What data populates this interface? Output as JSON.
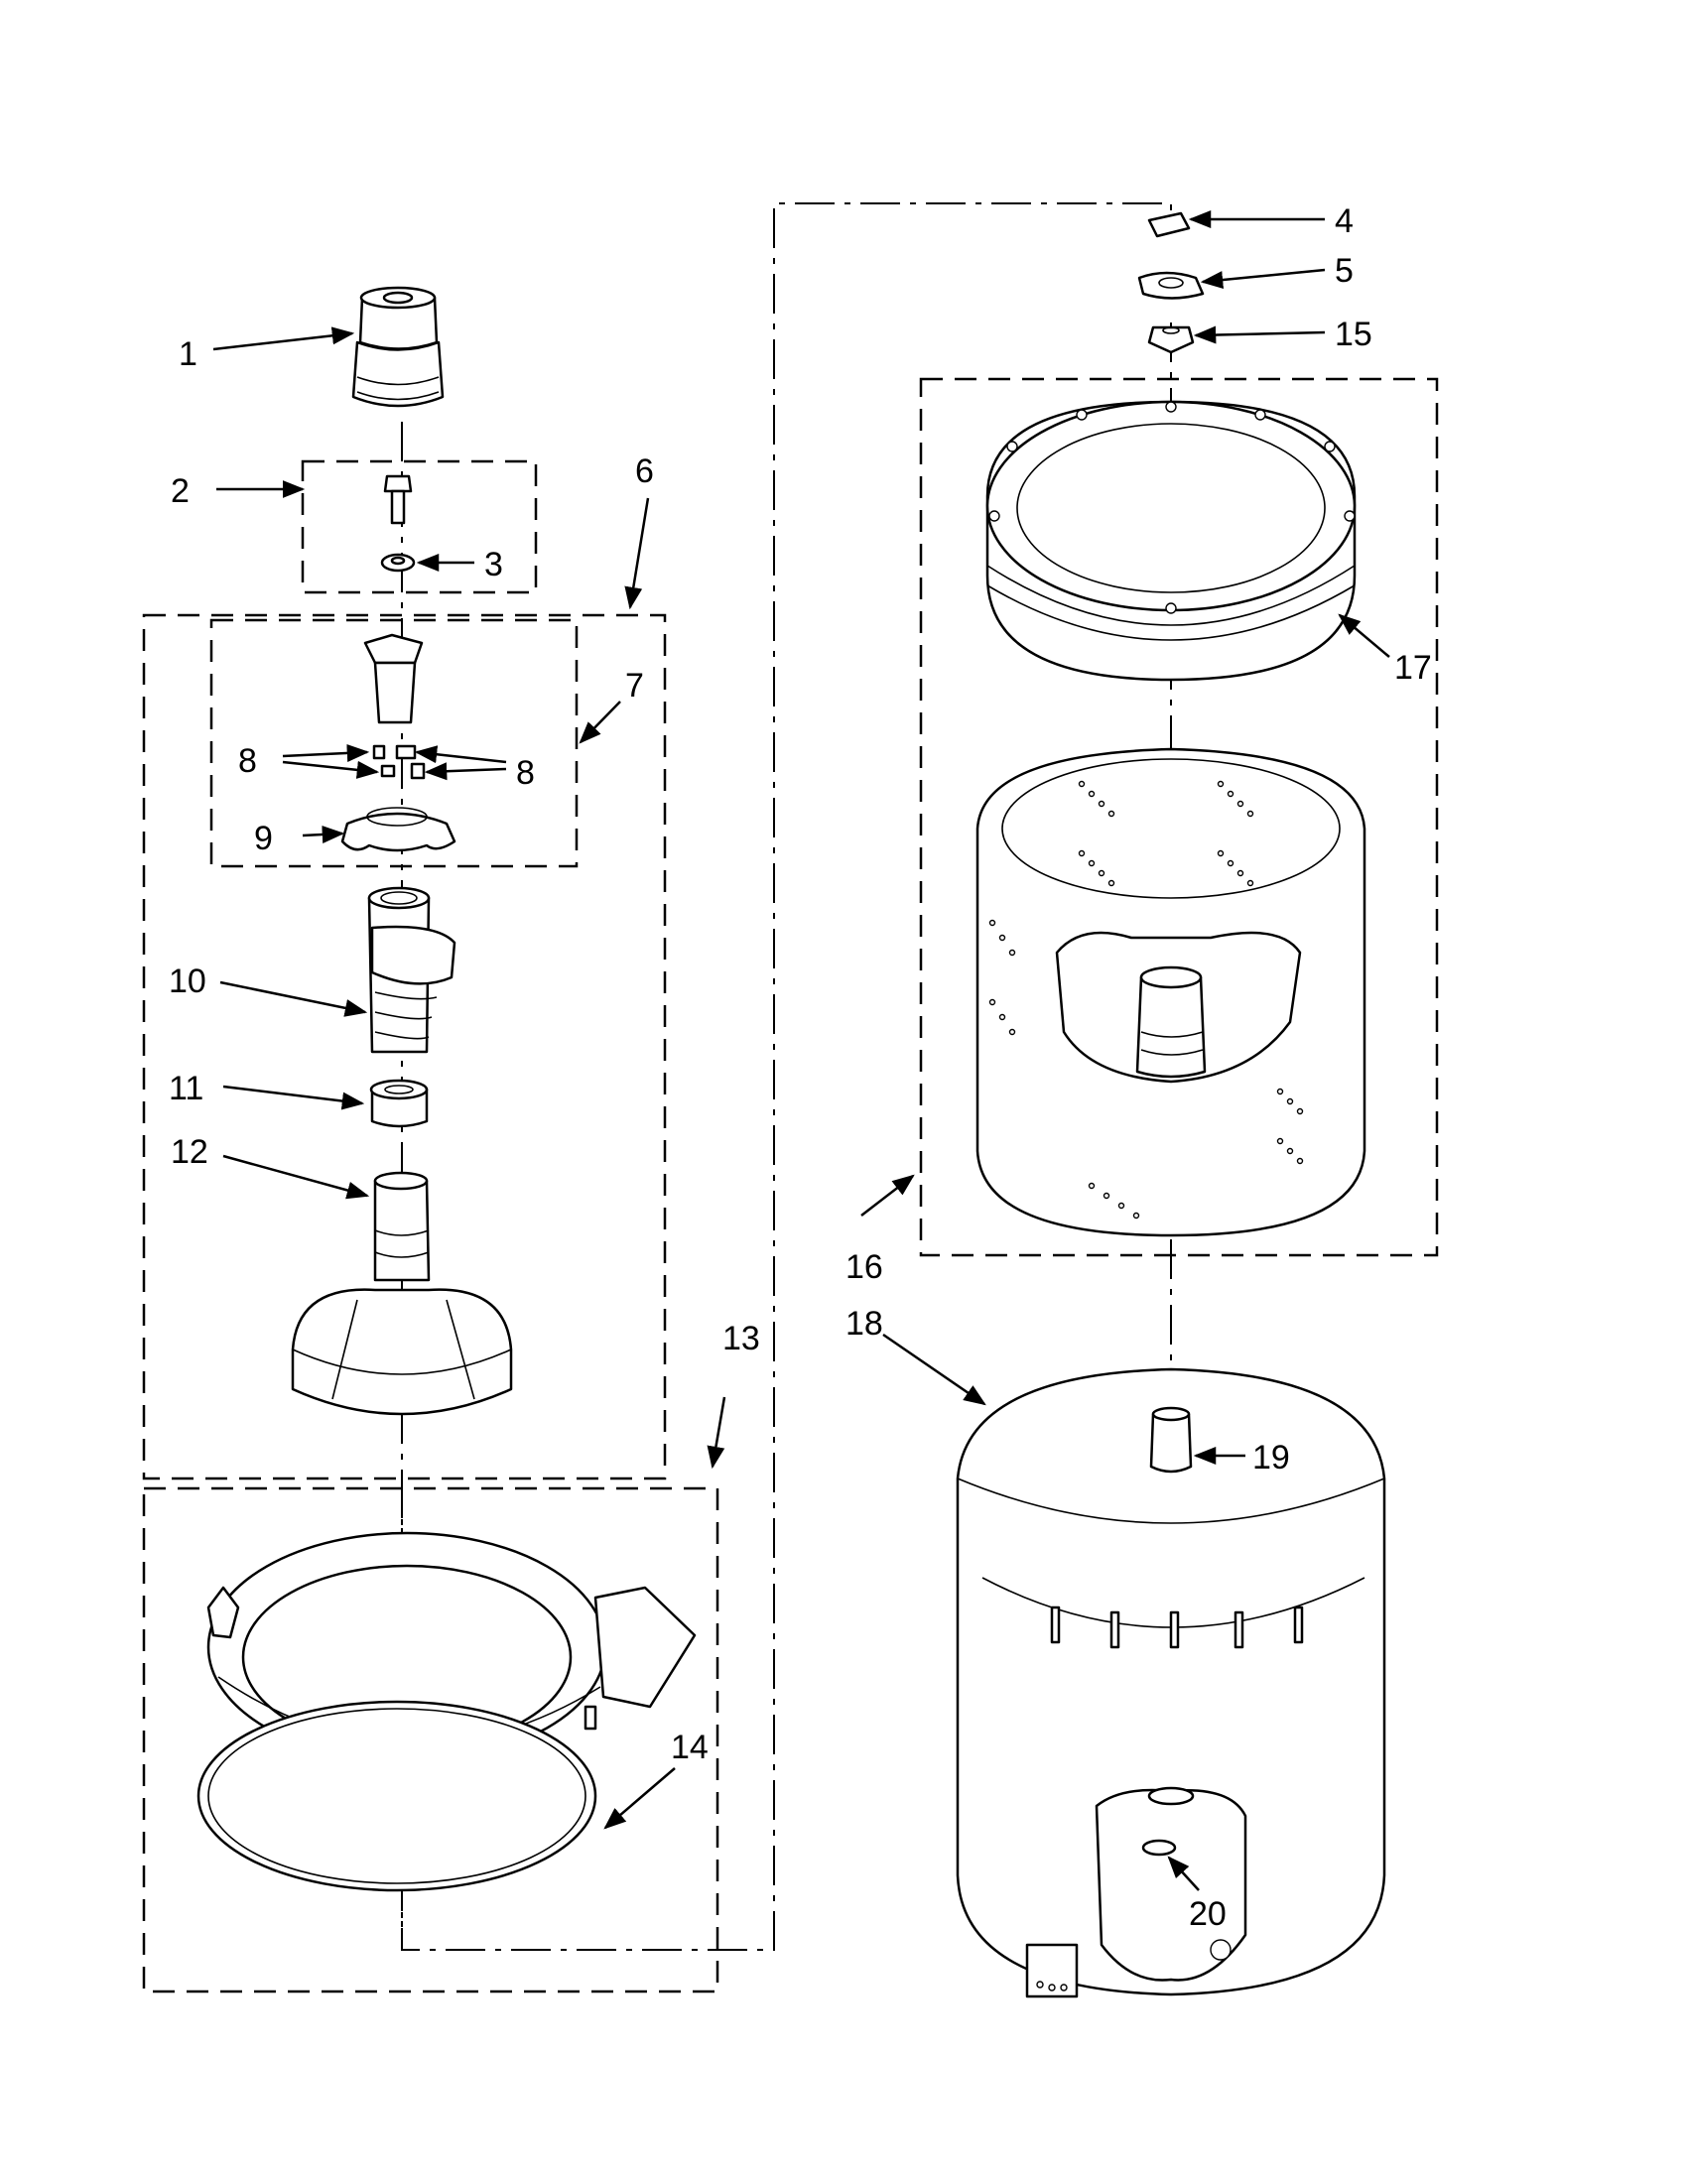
{
  "diagram": {
    "callouts": [
      {
        "id": "1",
        "label": "1"
      },
      {
        "id": "2",
        "label": "2"
      },
      {
        "id": "3",
        "label": "3"
      },
      {
        "id": "4",
        "label": "4"
      },
      {
        "id": "5",
        "label": "5"
      },
      {
        "id": "6",
        "label": "6"
      },
      {
        "id": "7",
        "label": "7"
      },
      {
        "id": "8a",
        "label": "8"
      },
      {
        "id": "8b",
        "label": "8"
      },
      {
        "id": "9",
        "label": "9"
      },
      {
        "id": "10",
        "label": "10"
      },
      {
        "id": "11",
        "label": "11"
      },
      {
        "id": "12",
        "label": "12"
      },
      {
        "id": "13",
        "label": "13"
      },
      {
        "id": "14",
        "label": "14"
      },
      {
        "id": "15",
        "label": "15"
      },
      {
        "id": "16",
        "label": "16"
      },
      {
        "id": "17",
        "label": "17"
      },
      {
        "id": "18",
        "label": "18"
      },
      {
        "id": "19",
        "label": "19"
      },
      {
        "id": "20",
        "label": "20"
      }
    ]
  }
}
